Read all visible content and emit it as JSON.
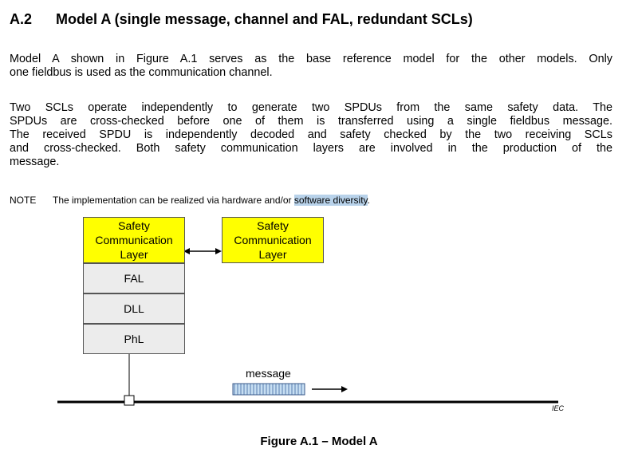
{
  "section": {
    "number": "A.2",
    "title": "Model A (single message, channel and FAL, redundant SCLs)"
  },
  "paragraphs": [
    {
      "lines": [
        "Model A shown in Figure A.1 serves as the base reference model for the other models. Only",
        "one fieldbus is used as the communication channel."
      ]
    },
    {
      "lines": [
        "Two SCLs operate independently to generate two SPDUs from the same safety data. The",
        "SPDUs are cross-checked before one of them is transferred using a single fieldbus message.",
        "The received SPDU is independently decoded and safety checked by the two receiving SCLs",
        "and cross-checked. Both safety communication layers are involved in the production of the",
        "message."
      ]
    }
  ],
  "note": {
    "label": "NOTE",
    "text_before": "The implementation can be realized via hardware and/or ",
    "highlighted": "software diversity",
    "text_after": "."
  },
  "diagram": {
    "scl_left": [
      "Safety",
      "Communication",
      "Layer"
    ],
    "scl_right": [
      "Safety",
      "Communication",
      "Layer"
    ],
    "layers": [
      "FAL",
      "DLL",
      "PhL"
    ],
    "message_label": "message",
    "source_tag": "IEC",
    "colors": {
      "scl": "#ffff00",
      "layer": "#ececec",
      "message": "#c6def2"
    }
  },
  "figure_caption": "Figure A.1 – Model A"
}
